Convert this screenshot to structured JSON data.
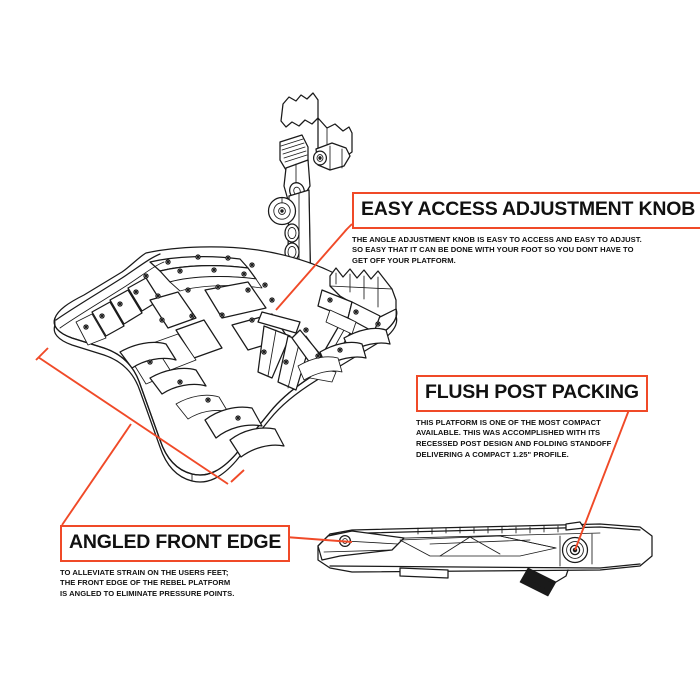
{
  "theme": {
    "accent": "#f04a28",
    "line": "#1a1a1a",
    "background": "#ffffff"
  },
  "diagram": {
    "subject": "motorcycle adjustable foot platform",
    "views": [
      {
        "name": "isometric-view",
        "label": "platform isometric cutaway view"
      },
      {
        "name": "side-profile-view",
        "label": "platform side profile view"
      }
    ]
  },
  "callouts": [
    {
      "id": "easy-access-adjustment-knob",
      "title": "EASY ACCESS ADJUSTMENT KNOB",
      "body": "THE ANGLE ADJUSTMENT KNOB IS EASY TO ACCESS AND EASY TO ADJUST.\nSO EASY THAT IT CAN BE DONE WITH YOUR FOOT SO YOU DONT HAVE TO\nGET OFF YOUR PLATFORM."
    },
    {
      "id": "flush-post-packing",
      "title": "FLUSH POST PACKING",
      "body": "THIS PLATFORM IS ONE OF THE MOST COMPACT\nAVAILABLE. THIS WAS ACCOMPLISHED WITH ITS\nRECESSED POST DESIGN AND FOLDING STANDOFF\nDELIVERING A COMPACT 1.25\" PROFILE."
    },
    {
      "id": "angled-front-edge",
      "title": "ANGLED FRONT EDGE",
      "body": "TO ALLEVIATE STRAIN ON THE USERS FEET;\nTHE FRONT EDGE OF THE REBEL PLATFORM\nIS ANGLED TO ELIMINATE PRESSURE POINTS."
    }
  ]
}
